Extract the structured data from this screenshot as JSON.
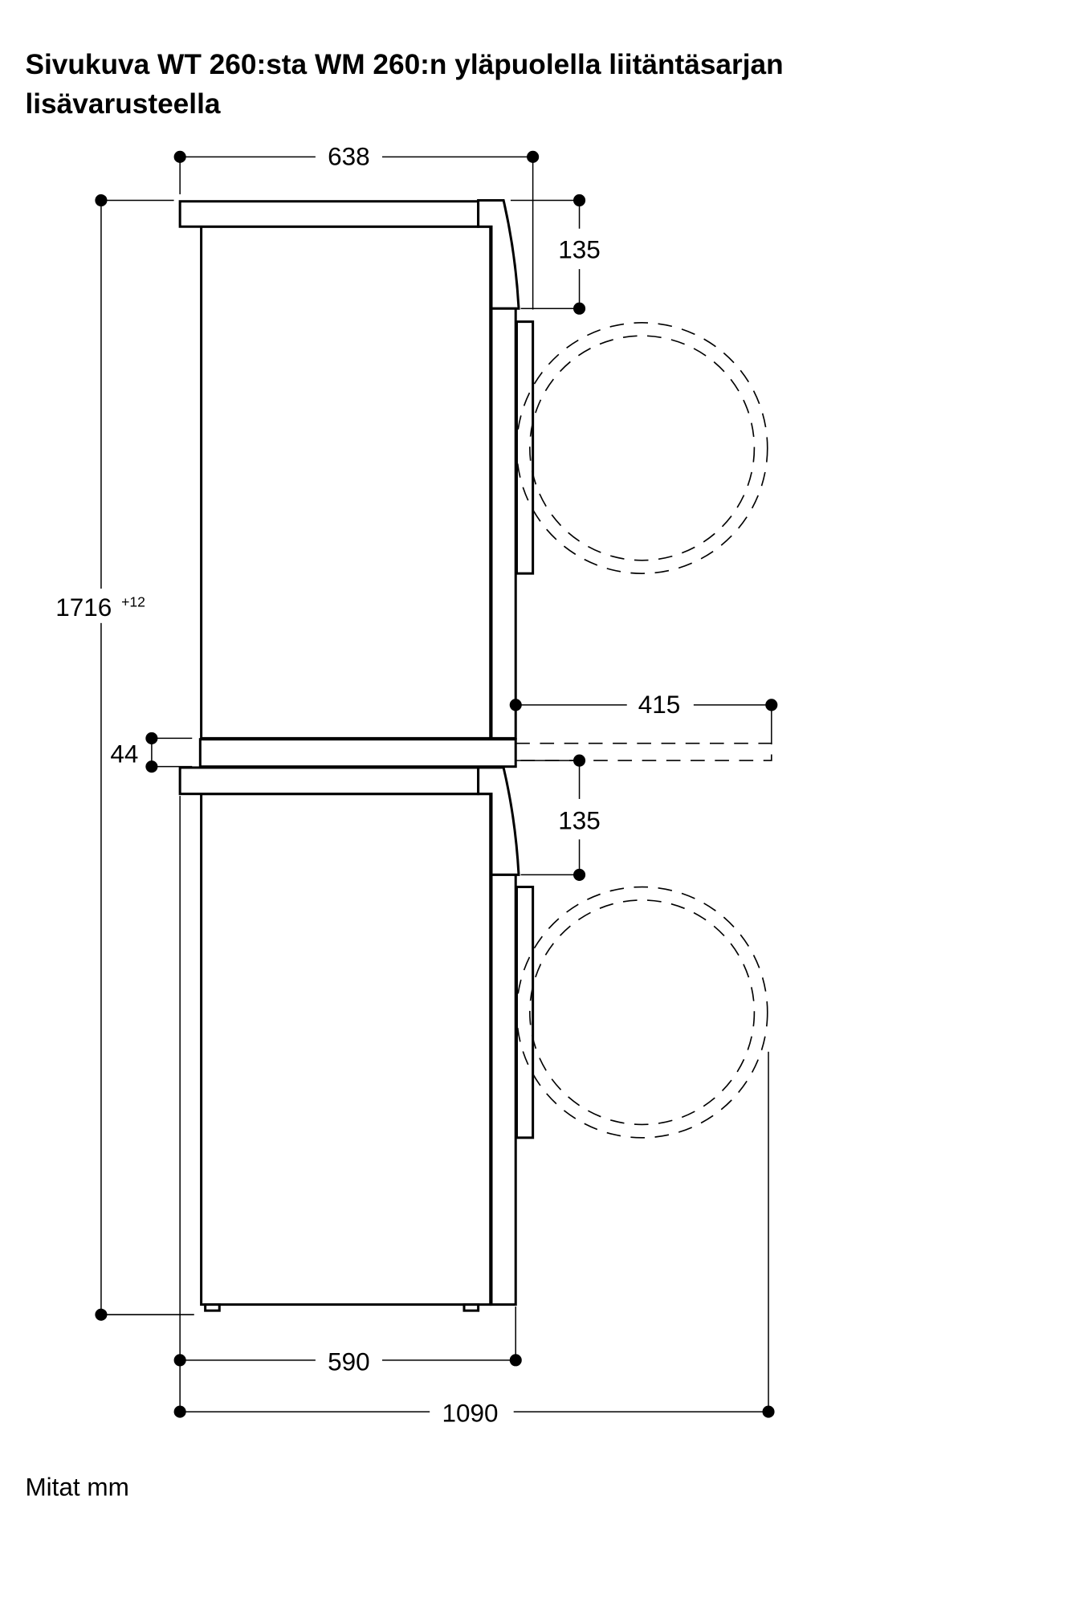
{
  "title_line1": "Sivukuva WT 260:sta WM 260:n yläpuolella liitäntäsarjan",
  "title_line2": "lisävarusteella",
  "dimensions": {
    "depth_top": "638",
    "door_offset_upper": "135",
    "door_offset_lower": "135",
    "total_height": "1716",
    "total_height_tolerance": "+12",
    "shelf_height": "44",
    "shelf_extension": "415",
    "depth_bottom": "590",
    "total_depth_door_open": "1090"
  },
  "units_note": "Mitat mm"
}
